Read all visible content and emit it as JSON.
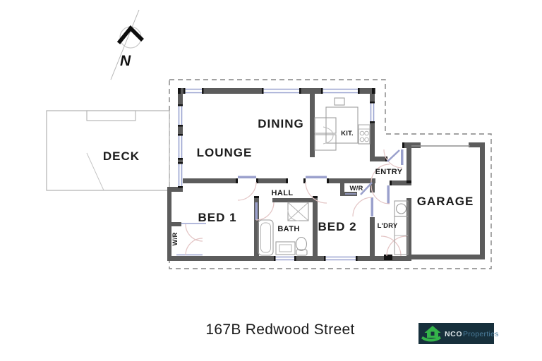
{
  "document": {
    "type": "floor-plan",
    "address": "167B Redwood Street"
  },
  "compass": {
    "label": "N"
  },
  "rooms": {
    "deck": "DECK",
    "lounge": "LOUNGE",
    "dining": "DINING",
    "kitchen": "KIT.",
    "entry": "ENTRY",
    "garage": "GARAGE",
    "bed1": "BED 1",
    "bed2": "BED 2",
    "hall": "HALL",
    "bath": "BATH",
    "laundry": "L'DRY",
    "wardrobe_bed1": "W/R",
    "wardrobe_bed2": "W/R"
  },
  "fixtures": [
    "kitchen-sink",
    "kitchen-stove",
    "kitchen-pantry",
    "shower",
    "bathtub",
    "toilet",
    "vanity",
    "washing-machine",
    "laundry-tub"
  ],
  "logo": {
    "brand": "NCO",
    "suffix": "Properties",
    "icon": "house-icon",
    "background_color": "#17303c",
    "icon_color": "#35b44a",
    "brand_color": "#dde6ea",
    "suffix_color": "#4d7f9e"
  },
  "colors": {
    "wall": "#5c5c5c",
    "window": "#9aa3d0",
    "door_leaf": "#9aa0cc",
    "door_swing_arc": "#e3c4c4",
    "site_boundary": "#838383",
    "background": "#ffffff"
  }
}
